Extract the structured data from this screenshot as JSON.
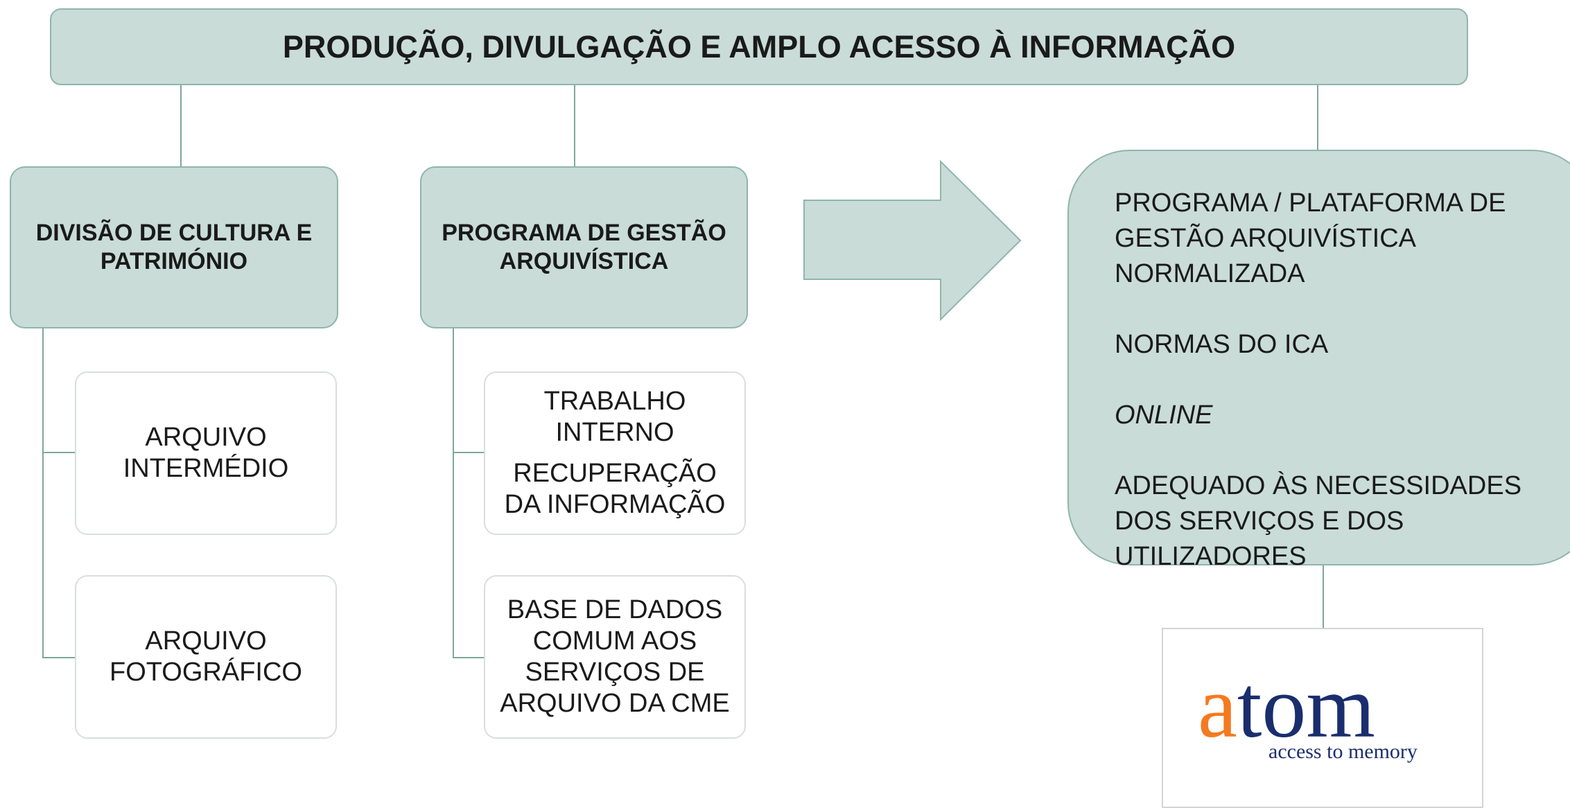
{
  "title": "PRODUÇÃO, DIVULGAÇÃO E AMPLO ACESSO À INFORMAÇÃO",
  "branches": [
    {
      "heading": [
        "DIVISÃO DE CULTURA E",
        "PATRIMÓNIO"
      ],
      "children": [
        [
          "ARQUIVO",
          "INTERMÉDIO"
        ],
        [
          "ARQUIVO",
          "FOTOGRÁFICO"
        ]
      ]
    },
    {
      "heading": [
        "PROGRAMA DE GESTÃO",
        "ARQUIVÍSTICA"
      ],
      "children": [
        [
          "TRABALHO",
          "INTERNO",
          "RECUPERAÇÃO",
          "DA INFORMAÇÃO"
        ],
        [
          "BASE DE DADOS",
          "COMUM AOS",
          "SERVIÇOS DE",
          "ARQUIVO DA CME"
        ]
      ]
    }
  ],
  "result": {
    "lines": [
      "PROGRAMA / PLATAFORMA DE",
      "GESTÃO ARQUIVÍSTICA",
      "NORMALIZADA",
      "NORMAS DO ICA",
      "ONLINE",
      "ADEQUADO ÀS NECESSIDADES",
      "DOS SERVIÇOS E DOS",
      "UTILIZADORES"
    ]
  },
  "logo": {
    "letter": "a",
    "rest": "tom",
    "tagline": "access to memory"
  },
  "colors": {
    "box_fill": "#c9dcd7",
    "box_border": "#8fb5aa",
    "logo_orange": "#f47a20",
    "logo_navy": "#1a2e6e"
  }
}
